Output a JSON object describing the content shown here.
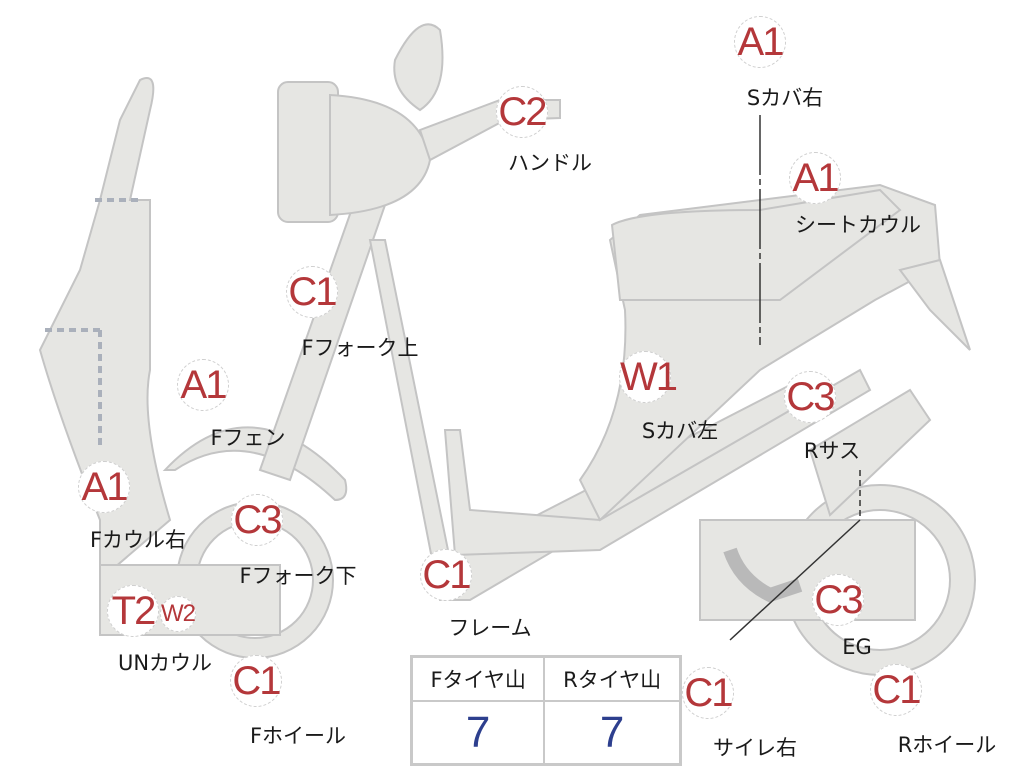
{
  "colors": {
    "grade": "#b4373a",
    "value": "#2d3f8e",
    "body": "#e6e6e3",
    "outline": "#c4c4c4"
  },
  "parts": [
    {
      "id": "s-cover-right",
      "grade": "A1",
      "label": "Sカバ右"
    },
    {
      "id": "handle",
      "grade": "C2",
      "label": "ハンドル"
    },
    {
      "id": "seat-cowl",
      "grade": "A1",
      "label": "シートカウル"
    },
    {
      "id": "f-fork-upper",
      "grade": "C1",
      "label": "Fフォーク上"
    },
    {
      "id": "s-cover-left",
      "grade": "W1",
      "label": "Sカバ左"
    },
    {
      "id": "r-suspension",
      "grade": "C3",
      "label": "Rサス"
    },
    {
      "id": "f-fender",
      "grade": "A1",
      "label": "Fフェン"
    },
    {
      "id": "f-cowl-right",
      "grade": "A1",
      "label": "Fカウル右"
    },
    {
      "id": "f-fork-lower",
      "grade": "C3",
      "label": "Fフォーク下"
    },
    {
      "id": "frame",
      "grade": "C1",
      "label": "フレーム"
    },
    {
      "id": "un-cowl",
      "grade": "T2",
      "grade2": "W2",
      "label": "UNカウル"
    },
    {
      "id": "f-wheel",
      "grade": "C1",
      "label": "Fホイール"
    },
    {
      "id": "muffler-right",
      "grade": "C1",
      "label": "サイレ右"
    },
    {
      "id": "engine",
      "grade": "C3",
      "label": "EG"
    },
    {
      "id": "r-wheel",
      "grade": "C1",
      "label": "Rホイール"
    }
  ],
  "tire_table": {
    "headers": [
      "Fタイヤ山",
      "Rタイヤ山"
    ],
    "values": [
      "7",
      "7"
    ]
  }
}
